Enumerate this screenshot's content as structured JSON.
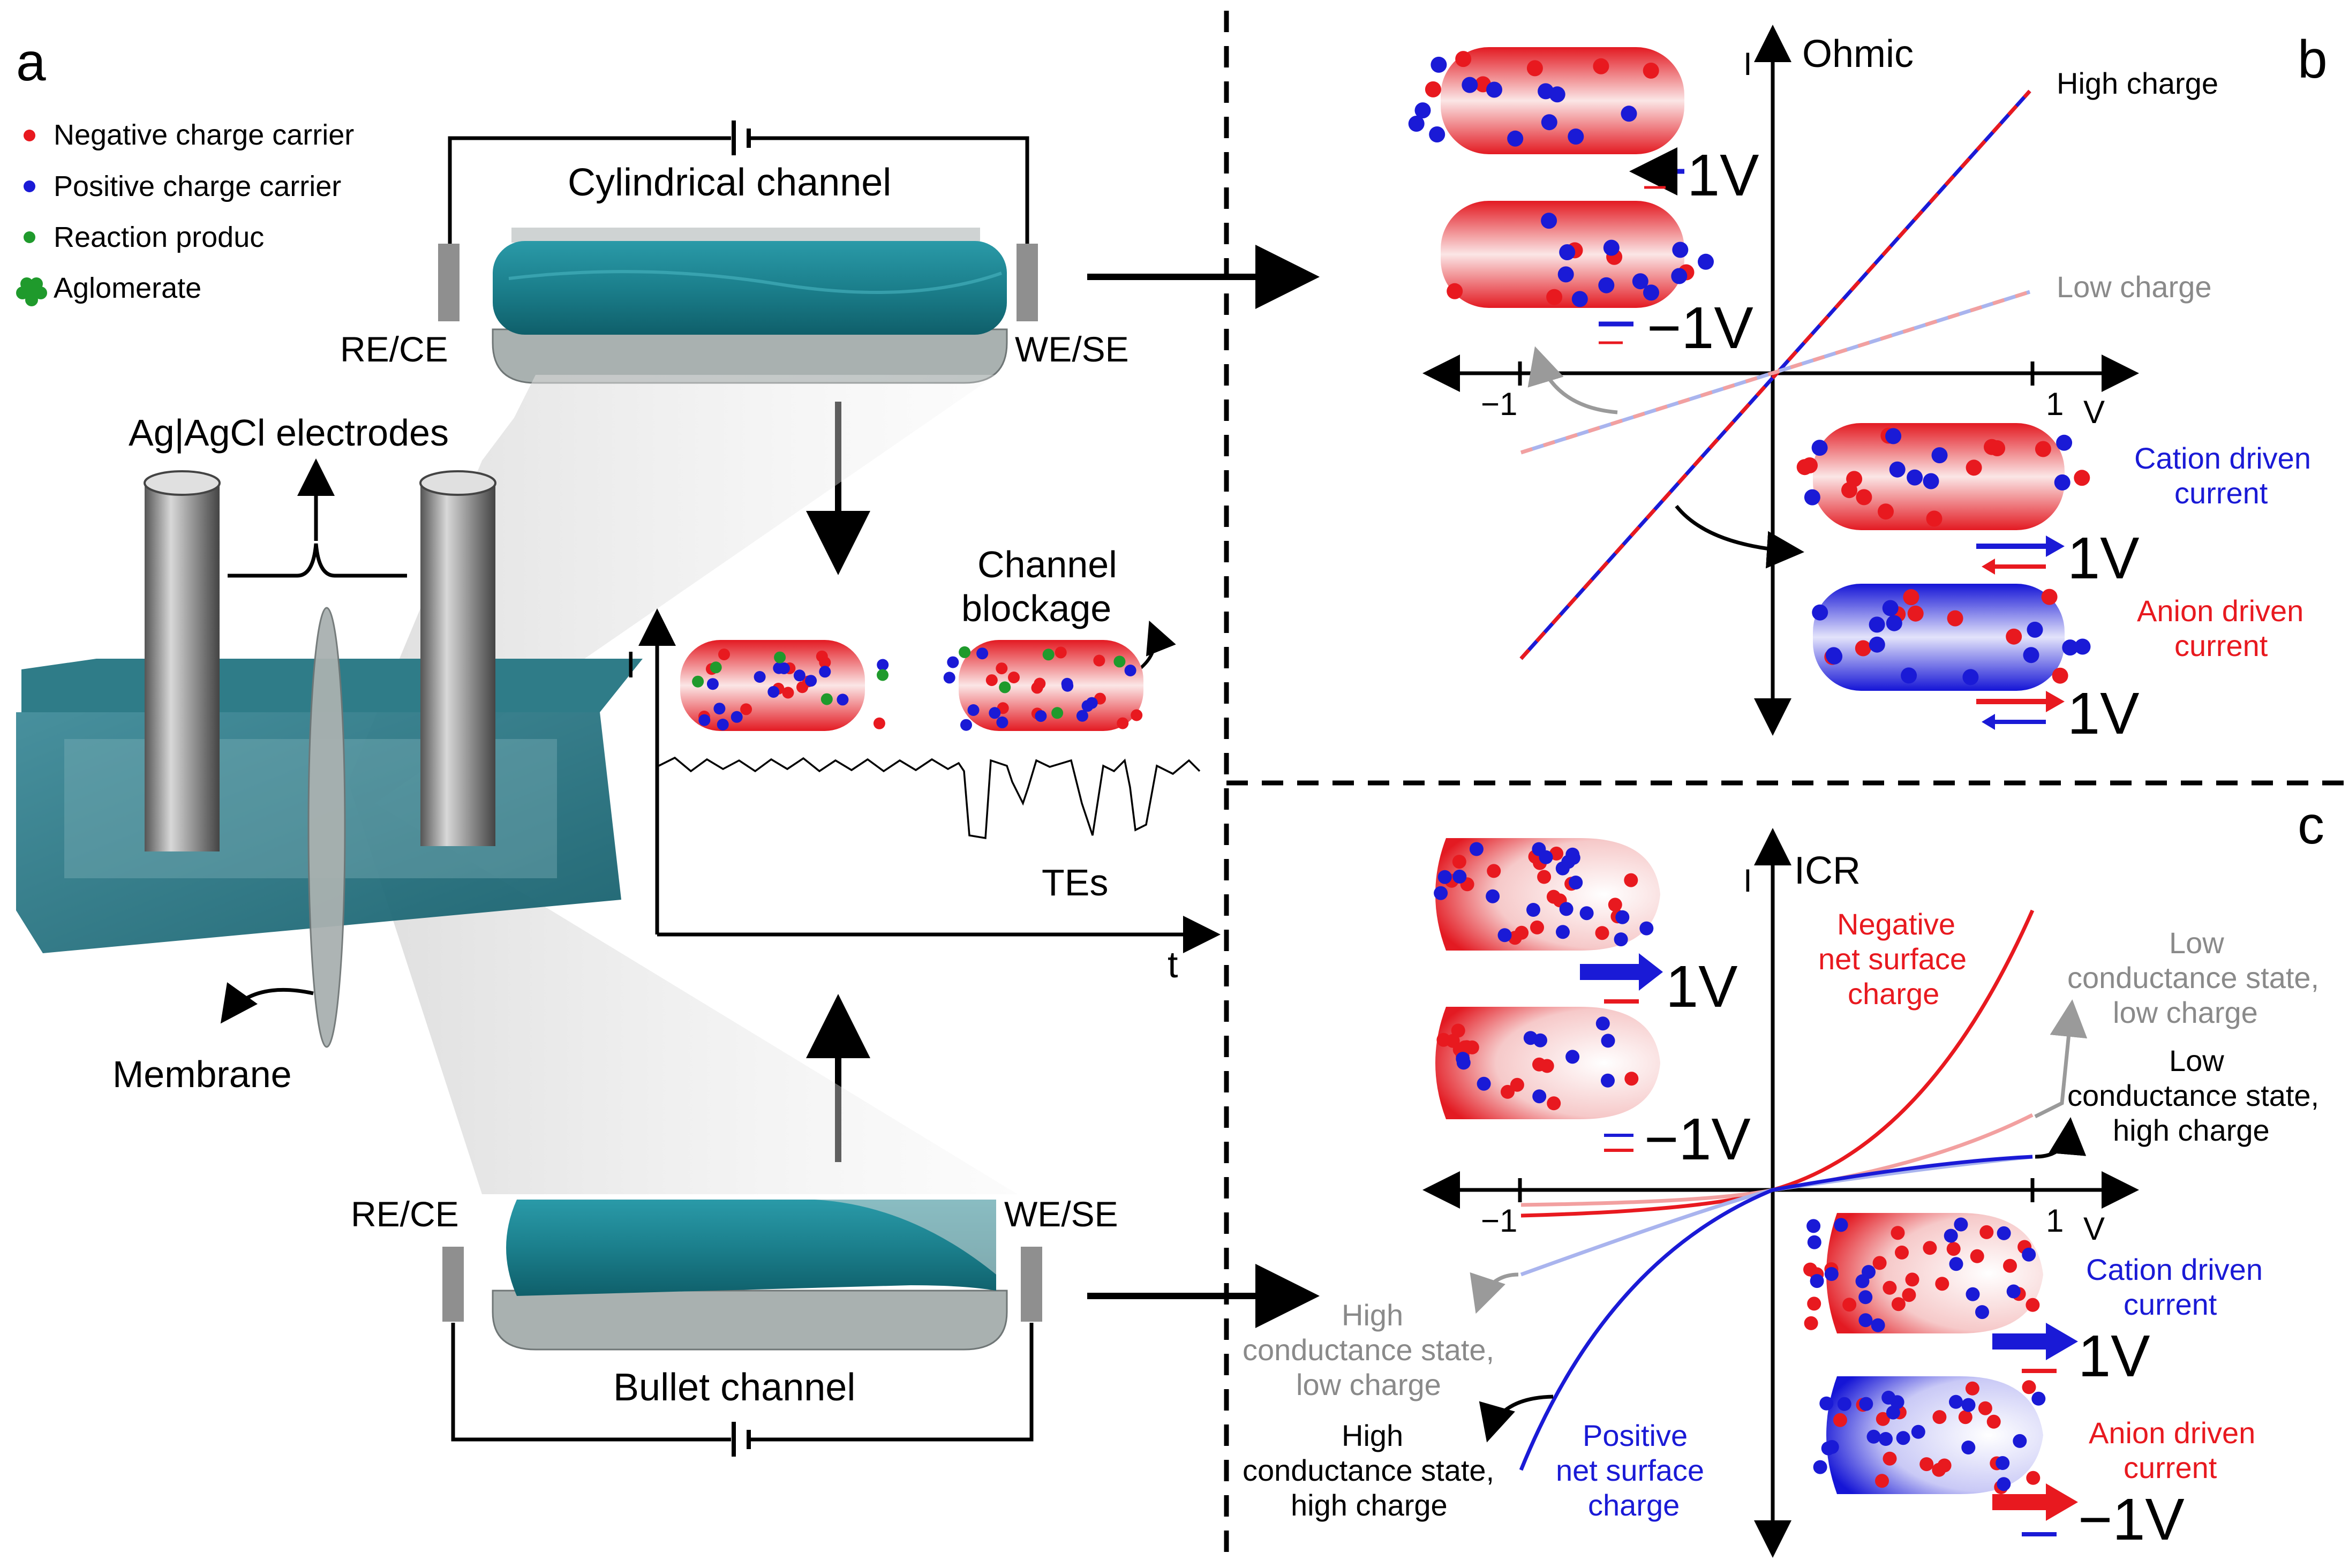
{
  "panels": {
    "a": "a",
    "b": "b",
    "c": "c"
  },
  "legend": {
    "negative": "Negative charge carrier",
    "positive": "Positive charge carrier",
    "reaction": "Reaction produc",
    "aglomerate": "Aglomerate"
  },
  "setup": {
    "cyl_title": "Cylindrical channel",
    "bullet_title": "Bullet channel",
    "re_ce": "RE/CE",
    "we_se": "WE/SE",
    "electrodes": "Ag|AgCl electrodes",
    "membrane": "Membrane"
  },
  "trace": {
    "ylabel": "I",
    "xlabel": "t",
    "blockage_1": "Channel",
    "blockage_2": "blockage",
    "tes": "TEs"
  },
  "ohmic": {
    "title": "Ohmic",
    "ylabel": "I",
    "xunit": "V",
    "tick_neg": "−1",
    "tick_pos": "1",
    "high": "High charge",
    "low": "Low charge",
    "v_pos": "1V",
    "v_neg": "−1V",
    "cation_1": "Cation driven",
    "cation_2": "current",
    "anion_1": "Anion driven",
    "anion_2": "current"
  },
  "icr": {
    "title": "ICR",
    "ylabel": "I",
    "xunit": "V",
    "tick_neg": "−1",
    "tick_pos": "1",
    "neg_1": "Negative",
    "neg_2": "net surface",
    "neg_3": "charge",
    "low_low_1": "Low",
    "low_low_2": "conductance state,",
    "low_low_3": "low charge",
    "low_high_1": "Low",
    "low_high_2": "conductance state,",
    "low_high_3": "high charge",
    "high_low_1": "High",
    "high_low_2": "conductance state,",
    "high_low_3": "low charge",
    "high_high_1": "High",
    "high_high_2": "conductance state,",
    "high_high_3": "high charge",
    "pos_1": "Positive",
    "pos_2": "net surface",
    "pos_3": "charge",
    "cation_1": "Cation driven",
    "cation_2": "current",
    "anion_1": "Anion driven",
    "anion_2": "current",
    "v_pos": "1V",
    "v_neg": "−1V"
  },
  "colors": {
    "negative": "#e8191f",
    "positive": "#1a1ad6",
    "reaction": "#1f9a2c",
    "teal": "#1f7f8c",
    "gray": "#8a8a8a"
  }
}
